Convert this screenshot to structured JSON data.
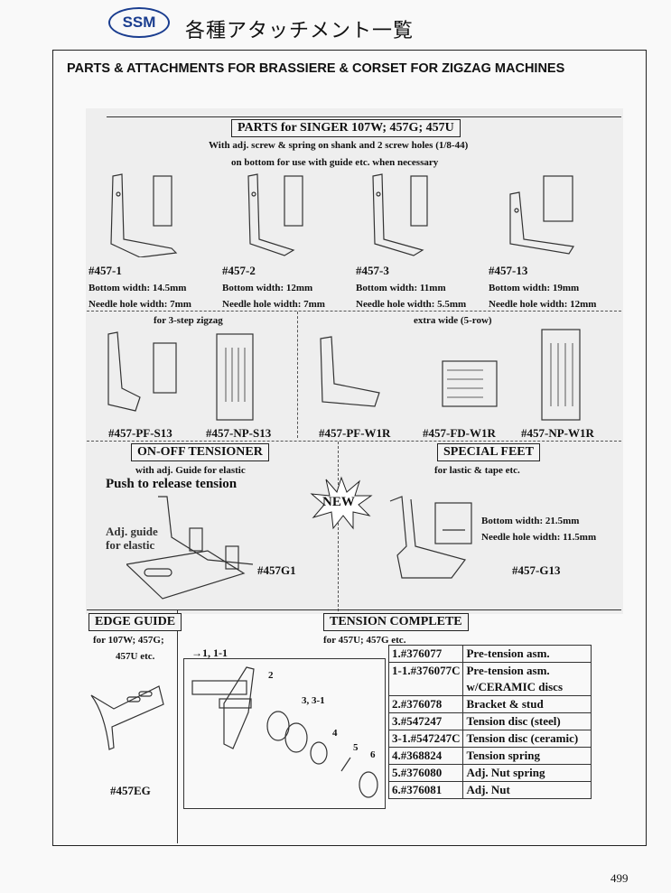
{
  "header": {
    "logo": "SSM",
    "title_jp": "各種アタッチメント一覧"
  },
  "page_title": "PARTS & ATTACHMENTS FOR BRASSIERE & CORSET FOR ZIGZAG MACHINES",
  "parts": {
    "heading": "PARTS for SINGER 107W; 457G; 457U",
    "desc1": "With adj. screw & spring on shank and 2 screw holes (1/8-44)",
    "desc2": "on bottom for use with guide etc. when necessary",
    "items": [
      {
        "code": "#457-1",
        "bottom": "Bottom width: 14.5mm",
        "needle": "Needle hole width: 7mm"
      },
      {
        "code": "#457-2",
        "bottom": "Bottom width: 12mm",
        "needle": "Needle hole width: 7mm"
      },
      {
        "code": "#457-3",
        "bottom": "Bottom width: 11mm",
        "needle": "Needle hole width: 5.5mm"
      },
      {
        "code": "#457-13",
        "bottom": "Bottom width: 19mm",
        "needle": "Needle hole width: 12mm"
      }
    ],
    "zigzag_label": "for 3-step zigzag",
    "zigzag_items": [
      "#457-PF-S13",
      "#457-NP-S13"
    ],
    "wide_label": "extra wide (5-row)",
    "wide_items": [
      "#457-PF-W1R",
      "#457-FD-W1R",
      "#457-NP-W1R"
    ]
  },
  "tensioner": {
    "heading": "ON-OFF TENSIONER",
    "desc": "with adj. Guide for elastic",
    "push": "Push to release tension",
    "guide": "Adj. guide",
    "guide2": "for elastic",
    "code": "#457G1"
  },
  "new_badge": "NEW",
  "special": {
    "heading": "SPECIAL FEET",
    "desc": "for lastic & tape etc.",
    "bottom": "Bottom width: 21.5mm",
    "needle": "Needle hole width: 11.5mm",
    "code": "#457-G13"
  },
  "edge": {
    "heading": "EDGE GUIDE",
    "desc1": "for 107W; 457G;",
    "desc2": "457U etc.",
    "code": "#457EG"
  },
  "tension": {
    "heading": "TENSION COMPLETE",
    "desc": "for 457U; 457G etc.",
    "callouts": [
      "1, 1-1",
      "2",
      "3, 3-1",
      "4",
      "5",
      "6"
    ],
    "rows": [
      {
        "part": "1.#376077",
        "name": "Pre-tension asm."
      },
      {
        "part": "1-1.#376077C",
        "name": "Pre-tension asm. w/CERAMIC discs"
      },
      {
        "part": "2.#376078",
        "name": "Bracket & stud"
      },
      {
        "part": "3.#547247",
        "name": "Tension disc (steel)"
      },
      {
        "part": "3-1.#547247C",
        "name": "Tension disc (ceramic)"
      },
      {
        "part": "4.#368824",
        "name": "Tension spring"
      },
      {
        "part": "5.#376080",
        "name": "Adj. Nut spring"
      },
      {
        "part": "6.#376081",
        "name": "Adj. Nut"
      }
    ]
  },
  "page_number": "499"
}
